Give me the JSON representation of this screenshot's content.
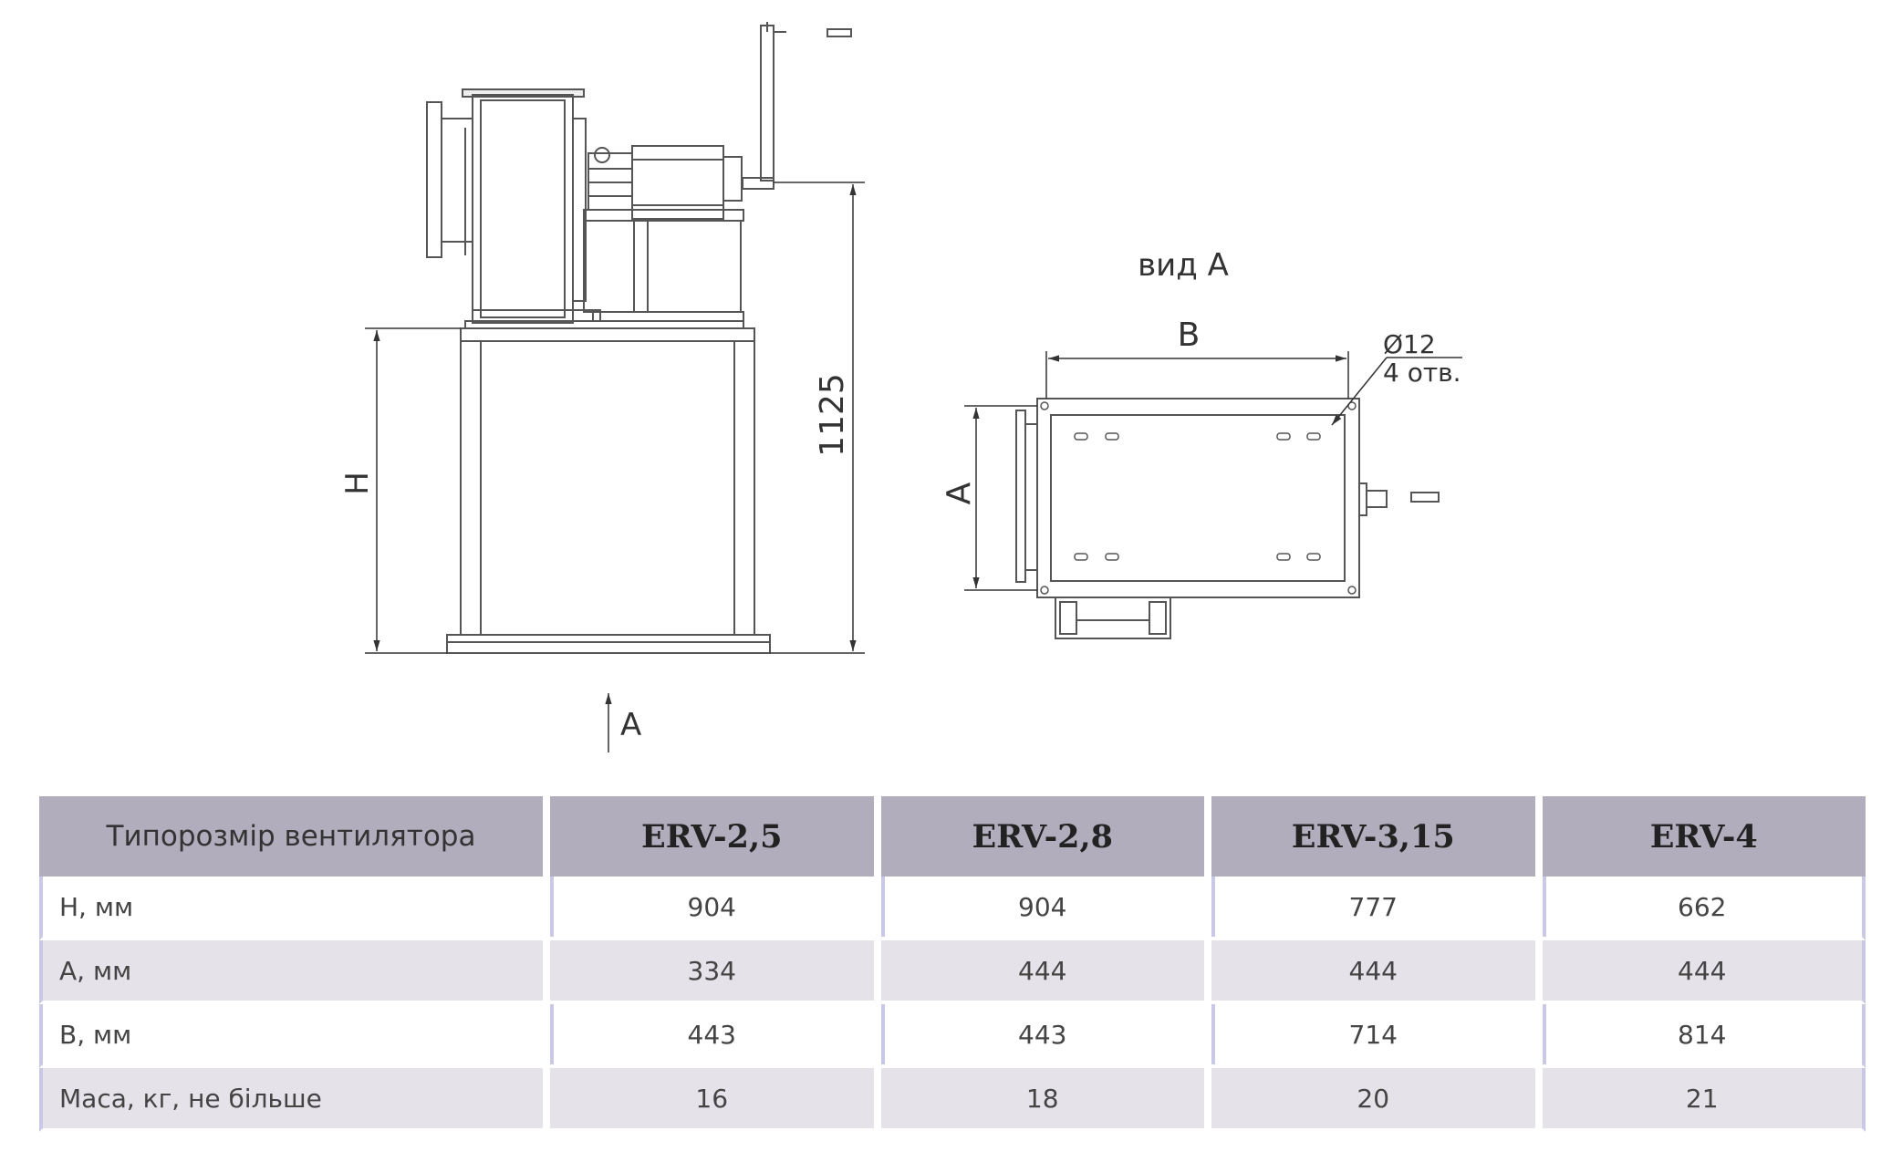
{
  "drawing": {
    "dimension_height_total": "1125",
    "dimension_H": "H",
    "dimension_A": "A",
    "dimension_B": "B",
    "view_arrow_label": "A",
    "view_title": "вид А",
    "hole_diameter": "Ø12",
    "hole_count": "4 отв."
  },
  "table": {
    "header_label": "Типорозмір вентилятора",
    "models": [
      "ERV-2,5",
      "ERV-2,8",
      "ERV-3,15",
      "ERV-4"
    ],
    "rows": [
      {
        "label": "Н, мм",
        "values": [
          "904",
          "904",
          "777",
          "662"
        ]
      },
      {
        "label": "А, мм",
        "values": [
          "334",
          "444",
          "444",
          "444"
        ]
      },
      {
        "label": "В, мм",
        "values": [
          "443",
          "443",
          "714",
          "814"
        ]
      },
      {
        "label": "Маса, кг, не більше",
        "values": [
          "16",
          "18",
          "20",
          "21"
        ]
      }
    ]
  }
}
